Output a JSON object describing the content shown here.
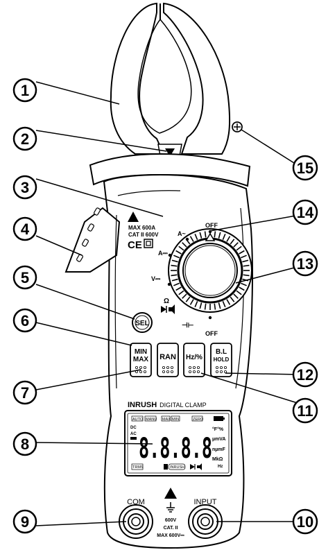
{
  "callouts": [
    "1",
    "2",
    "3",
    "4",
    "5",
    "6",
    "7",
    "8",
    "9",
    "10",
    "11",
    "12",
    "13",
    "14",
    "15"
  ],
  "jaw_rating": {
    "max": "MAX 600A",
    "cat": "CAT II 600V",
    "ce": "CE"
  },
  "dial": {
    "off_top": "OFF",
    "off_bottom": "OFF",
    "acv": "A~",
    "adc": "A⎓",
    "vdc": "V⎓",
    "ohm": "Ω",
    "cap": "⊣⊢"
  },
  "buttons": {
    "sel": "SEL",
    "minmax_1": "MIN",
    "minmax_2": "MAX",
    "ran": "RAN",
    "hz": "Hz/%",
    "bl_1": "B.L",
    "bl_2": "HOLD"
  },
  "display": {
    "title_bold": "INRUSH",
    "title_rest": "DIGITAL CLAMP",
    "digits": "8.8.8.8",
    "auto": "AUTO",
    "manu": "MANU",
    "max": "MAX",
    "min": "MIN",
    "zero": "ZERO",
    "dc": "DC",
    "ac": "AC",
    "trms": "TRMS",
    "inrush": "INRUSH",
    "unit1": "°F°%",
    "unit2": "µmVA",
    "unit3": "nµmF",
    "unit4": "MkΩ",
    "unit5": "Hz"
  },
  "terminals": {
    "com": "COM",
    "input": "INPUT",
    "v1": "600V",
    "v2": "CAT. II",
    "v3": "MAX 600V⎓"
  }
}
